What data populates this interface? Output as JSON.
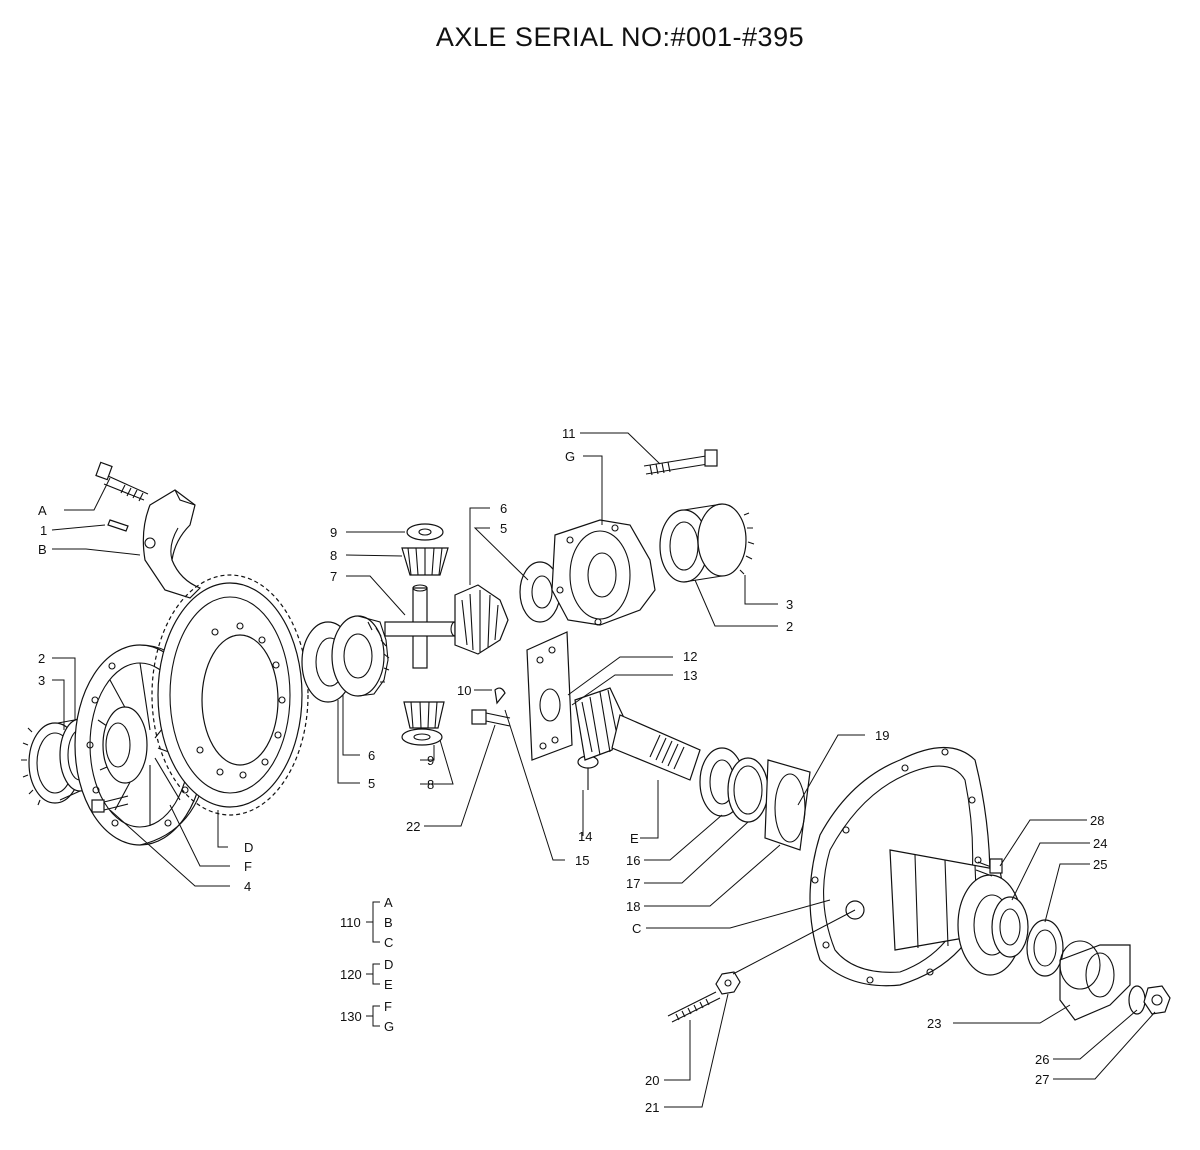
{
  "title": "AXLE SERIAL NO:#001-#395",
  "callouts": {
    "c11": "11",
    "cG": "G",
    "cA": "A",
    "c1": "1",
    "cB": "B",
    "c9a": "9",
    "c8a": "8",
    "c7": "7",
    "c6a": "6",
    "c5a": "5",
    "c3a": "3",
    "c2a": "2",
    "c2b": "2",
    "c3b": "3",
    "c12": "12",
    "c13": "13",
    "c10": "10",
    "c6b": "6",
    "c5b": "5",
    "c9b": "9",
    "c8b": "8",
    "c22": "22",
    "cD": "D",
    "cF": "F",
    "c4": "4",
    "c19": "19",
    "c14": "14",
    "c15": "15",
    "cE": "E",
    "c16": "16",
    "c17": "17",
    "c18": "18",
    "cC": "C",
    "c28": "28",
    "c24": "24",
    "c25": "25",
    "c23": "23",
    "c26": "26",
    "c27": "27",
    "c20": "20",
    "c21": "21"
  },
  "kits": [
    {
      "number": "110",
      "members": [
        "A",
        "B",
        "C"
      ]
    },
    {
      "number": "120",
      "members": [
        "D",
        "E"
      ]
    },
    {
      "number": "130",
      "members": [
        "F",
        "G"
      ]
    }
  ]
}
